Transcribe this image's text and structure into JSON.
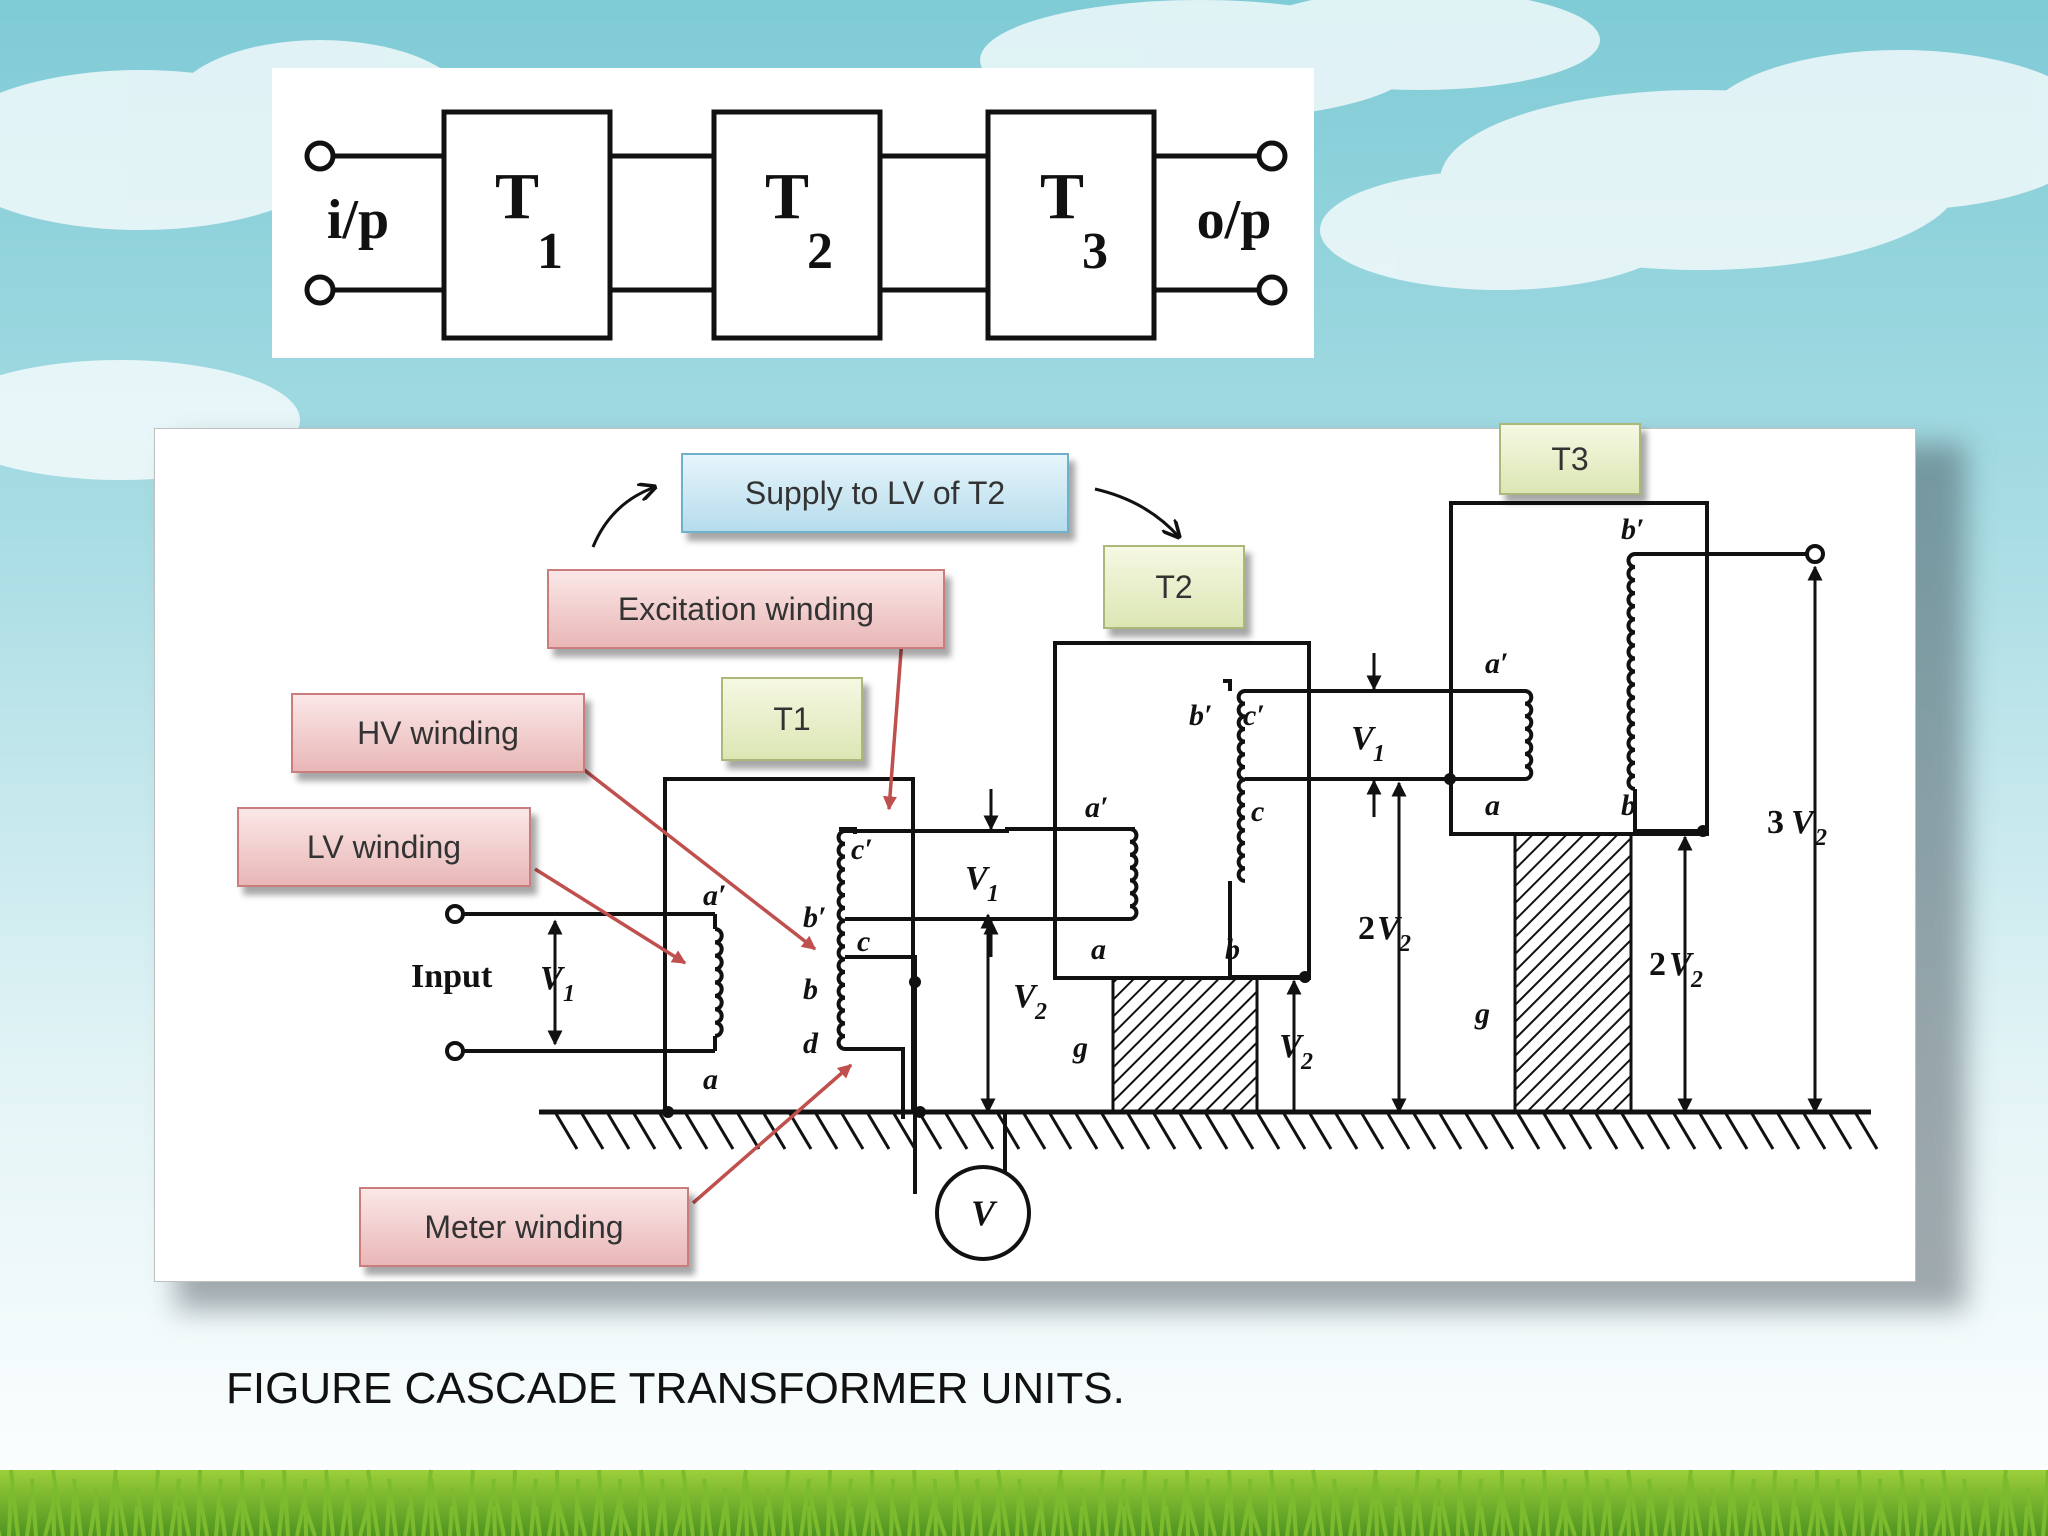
{
  "block_diagram": {
    "input_label": "i/p",
    "output_label": "o/p",
    "blocks": [
      {
        "main": "T",
        "sub": "1"
      },
      {
        "main": "T",
        "sub": "2"
      },
      {
        "main": "T",
        "sub": "3"
      }
    ]
  },
  "circuit": {
    "callouts": {
      "supply": "Supply to LV of T2",
      "excitation": "Excitation winding",
      "hv": "HV winding",
      "lv": "LV winding",
      "meter": "Meter winding",
      "t1": "T1",
      "t2": "T2",
      "t3": "T3"
    },
    "labels": {
      "input": "Input",
      "v": "V",
      "sub1": "1",
      "sub2": "2",
      "two": "2",
      "three": "3",
      "a": "a",
      "a_prime": "a′",
      "b": "b",
      "b_prime": "b′",
      "c": "c",
      "c_prime": "c′",
      "d": "d",
      "g": "g",
      "meter": "V"
    }
  },
  "caption": "FIGURE CASCADE TRANSFORMER UNITS."
}
